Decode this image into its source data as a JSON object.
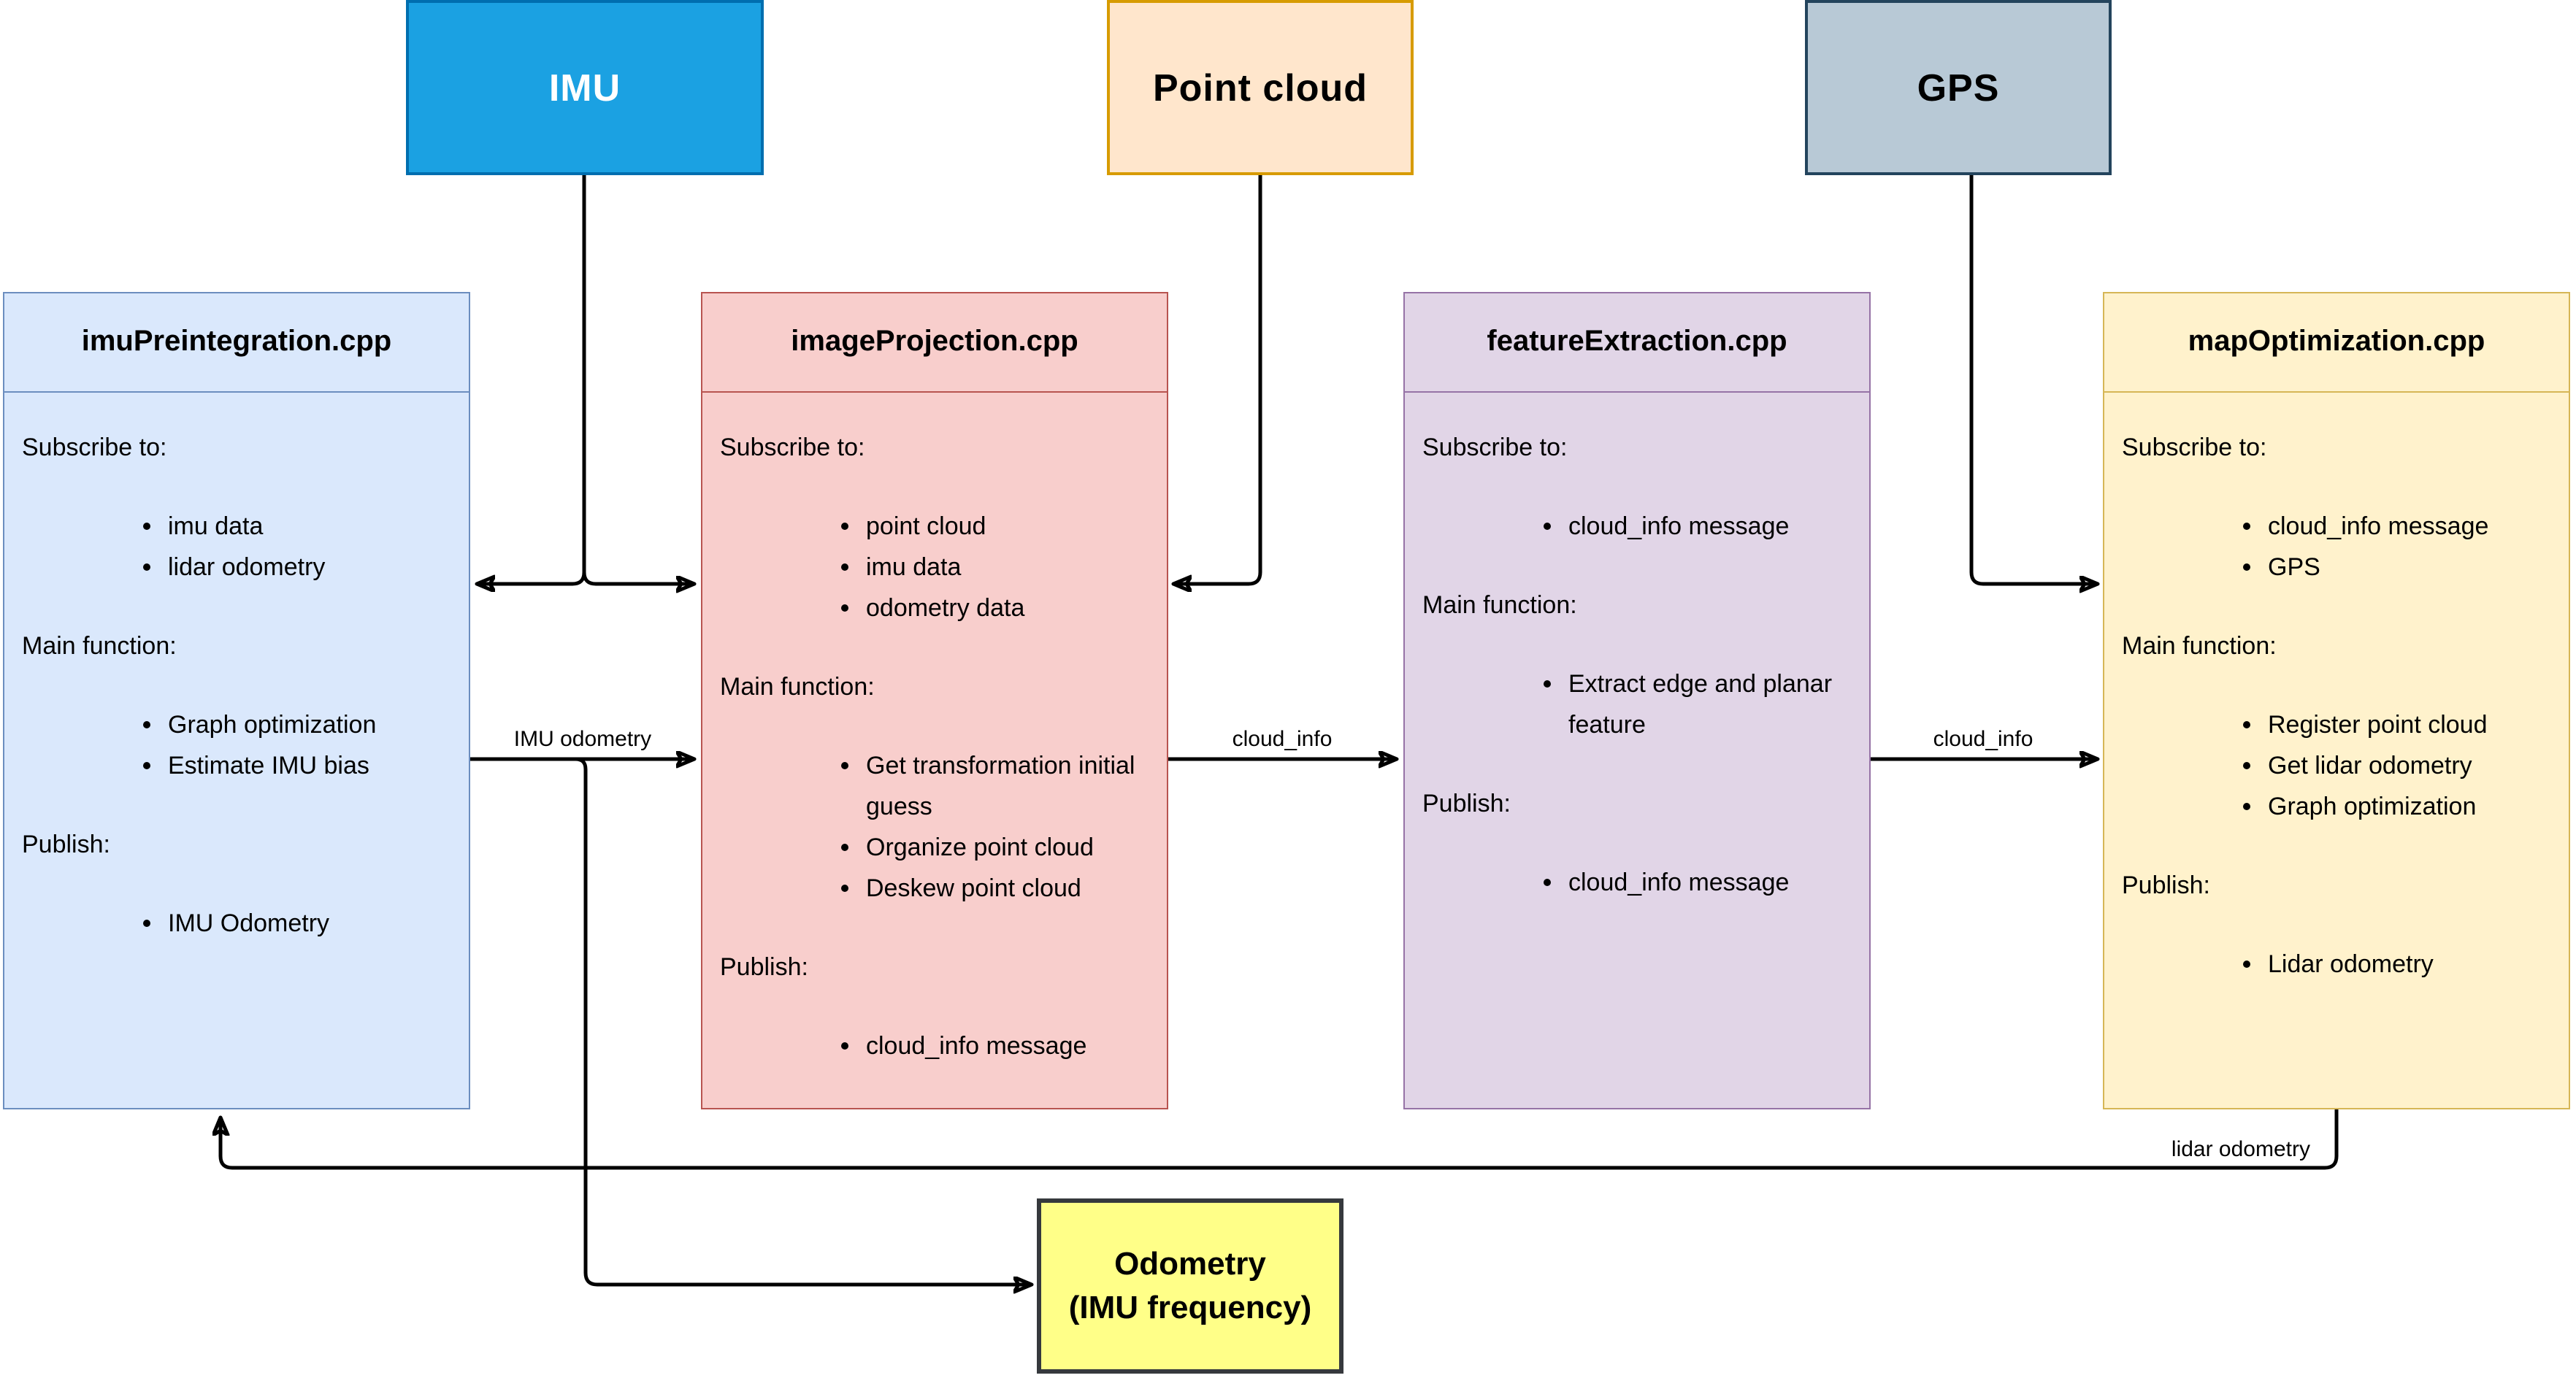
{
  "diagram": {
    "background": "#ffffff",
    "edge_color": "#000000"
  },
  "sources": [
    {
      "label": "IMU",
      "fill": "#1BA1E2",
      "border": "#006EAF",
      "text_color": "#ffffff"
    },
    {
      "label": "Point cloud",
      "fill": "#FFE6CC",
      "border": "#D79B00",
      "text_color": "#000000"
    },
    {
      "label": "GPS",
      "fill": "#B8C9D6",
      "border": "#23445D",
      "text_color": "#000000"
    }
  ],
  "modules": [
    {
      "title": "imuPreintegration.cpp",
      "fill": "#DAE8FC",
      "border": "#6C8EBF",
      "sections": [
        {
          "heading": "Subscribe to:",
          "items": [
            "imu data",
            "lidar odometry"
          ]
        },
        {
          "heading": "Main function:",
          "items": [
            "Graph optimization",
            "Estimate IMU bias"
          ]
        },
        {
          "heading": "Publish:",
          "items": [
            "IMU Odometry"
          ]
        }
      ]
    },
    {
      "title": "imageProjection.cpp",
      "fill": "#F8CECC",
      "border": "#B85450",
      "sections": [
        {
          "heading": "Subscribe to:",
          "items": [
            "point cloud",
            "imu data",
            "odometry data"
          ]
        },
        {
          "heading": "Main function:",
          "items": [
            "Get transformation initial guess",
            "Organize point cloud",
            "Deskew point cloud"
          ]
        },
        {
          "heading": "Publish:",
          "items": [
            "cloud_info message"
          ]
        }
      ]
    },
    {
      "title": "featureExtraction.cpp",
      "fill": "#E1D5E7",
      "border": "#9673A6",
      "sections": [
        {
          "heading": "Subscribe to:",
          "items": [
            "cloud_info message"
          ]
        },
        {
          "heading": "Main function:",
          "items": [
            "Extract edge and planar feature"
          ]
        },
        {
          "heading": "Publish:",
          "items": [
            "cloud_info message"
          ]
        }
      ]
    },
    {
      "title": "mapOptimization.cpp",
      "fill": "#FFF2CC",
      "border": "#D6B656",
      "sections": [
        {
          "heading": "Subscribe to:",
          "items": [
            "cloud_info message",
            "GPS"
          ]
        },
        {
          "heading": "Main function:",
          "items": [
            "Register point cloud",
            "Get lidar odometry",
            "Graph optimization"
          ]
        },
        {
          "heading": "Publish:",
          "items": [
            "Lidar odometry"
          ]
        }
      ]
    }
  ],
  "output": {
    "line1": "Odometry",
    "line2": "(IMU frequency)",
    "fill": "#FFFF88",
    "border": "#36393D"
  },
  "edge_labels": {
    "imu_odometry": "IMU odometry",
    "cloud_info_1": "cloud_info",
    "cloud_info_2": "cloud_info",
    "lidar_odometry": "lidar odometry"
  }
}
